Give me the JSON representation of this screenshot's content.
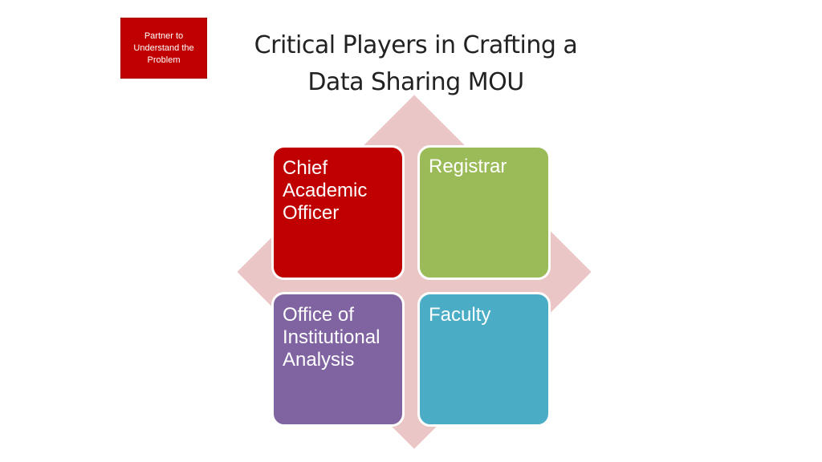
{
  "tag": {
    "text": "Partner to\nUnderstand the\nProblem"
  },
  "title": {
    "line1": "Critical Players in Crafting a",
    "line2": "Data Sharing MOU"
  },
  "tiles": [
    {
      "label": "Chief\nAcademic\nOfficer",
      "color": "#c00000"
    },
    {
      "label": "Registrar",
      "color": "#9bbb59"
    },
    {
      "label": "Office of\nInstitutional\nAnalysis",
      "color": "#8064a2"
    },
    {
      "label": "Faculty",
      "color": "#4bacc6"
    }
  ],
  "colors": {
    "diamond": "#ebc6c7",
    "tag_background": "#c00000"
  }
}
